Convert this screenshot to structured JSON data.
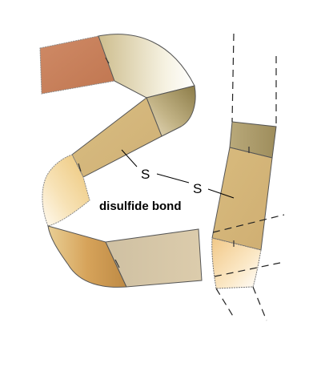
{
  "labels": {
    "sulfur_left": "S",
    "sulfur_right": "S",
    "bond_label": "disulfide bond"
  },
  "colors": {
    "segment_red": "#c8805a",
    "segment_tan": "#d5b67a",
    "segment_gray": "#d4c3a4",
    "segment_olive": "#a89868",
    "outline": "#555555",
    "background": "#ffffff"
  }
}
